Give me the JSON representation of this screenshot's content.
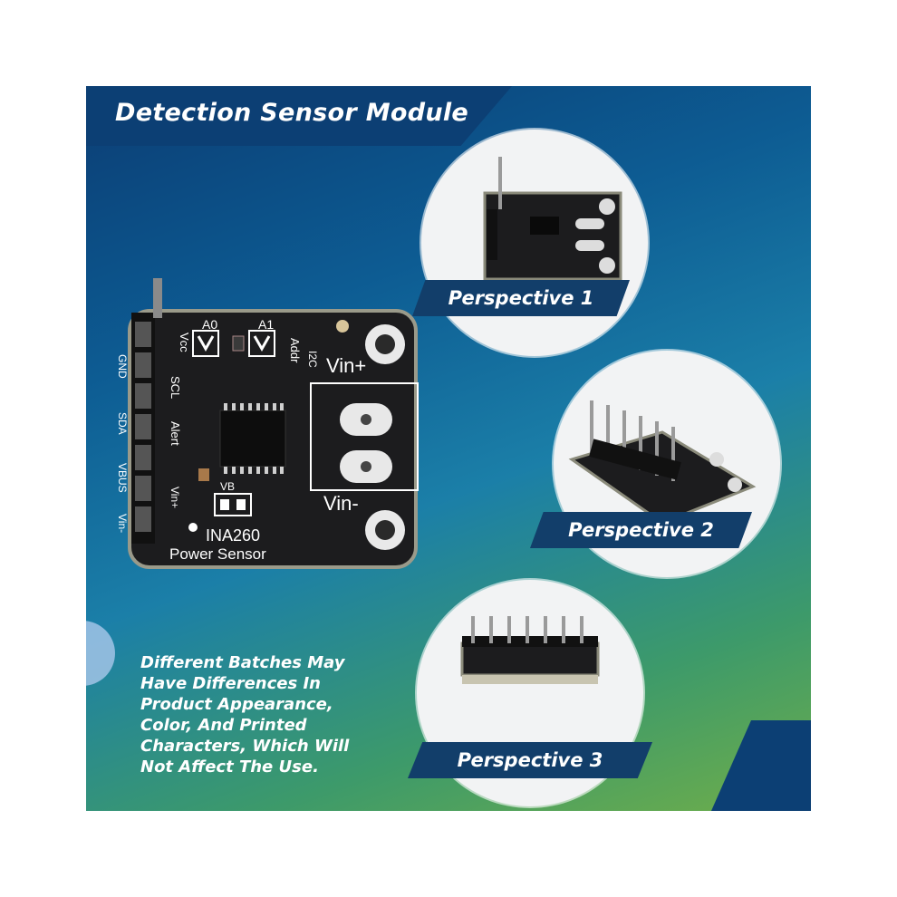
{
  "title": "Detection Sensor Module",
  "perspectives": [
    {
      "label": "Perspective 1"
    },
    {
      "label": "Perspective 2"
    },
    {
      "label": "Perspective 3"
    }
  ],
  "note_lines": [
    "Different Batches May",
    "Have Differences In",
    "Product Appearance,",
    "Color, And Printed",
    "Characters, Which Will",
    "Not Affect The Use."
  ],
  "board": {
    "chip_name": "INA260",
    "product": "Power Sensor",
    "vin_plus": "Vin+",
    "vin_minus": "Vin-",
    "a0": "A0",
    "a1": "A1",
    "i2c": "I2C",
    "vcc": "Vcc",
    "addr": "Addr",
    "scl": "SCL",
    "alert": "Alert",
    "vb": "VB",
    "vinp_small": "Vin+",
    "pins": [
      "GND",
      "SDA",
      "VBUS",
      "Vin-"
    ]
  },
  "colors": {
    "banner": "#0c3f74",
    "board": "#1c1c1e",
    "silkscreen": "#ffffff"
  }
}
